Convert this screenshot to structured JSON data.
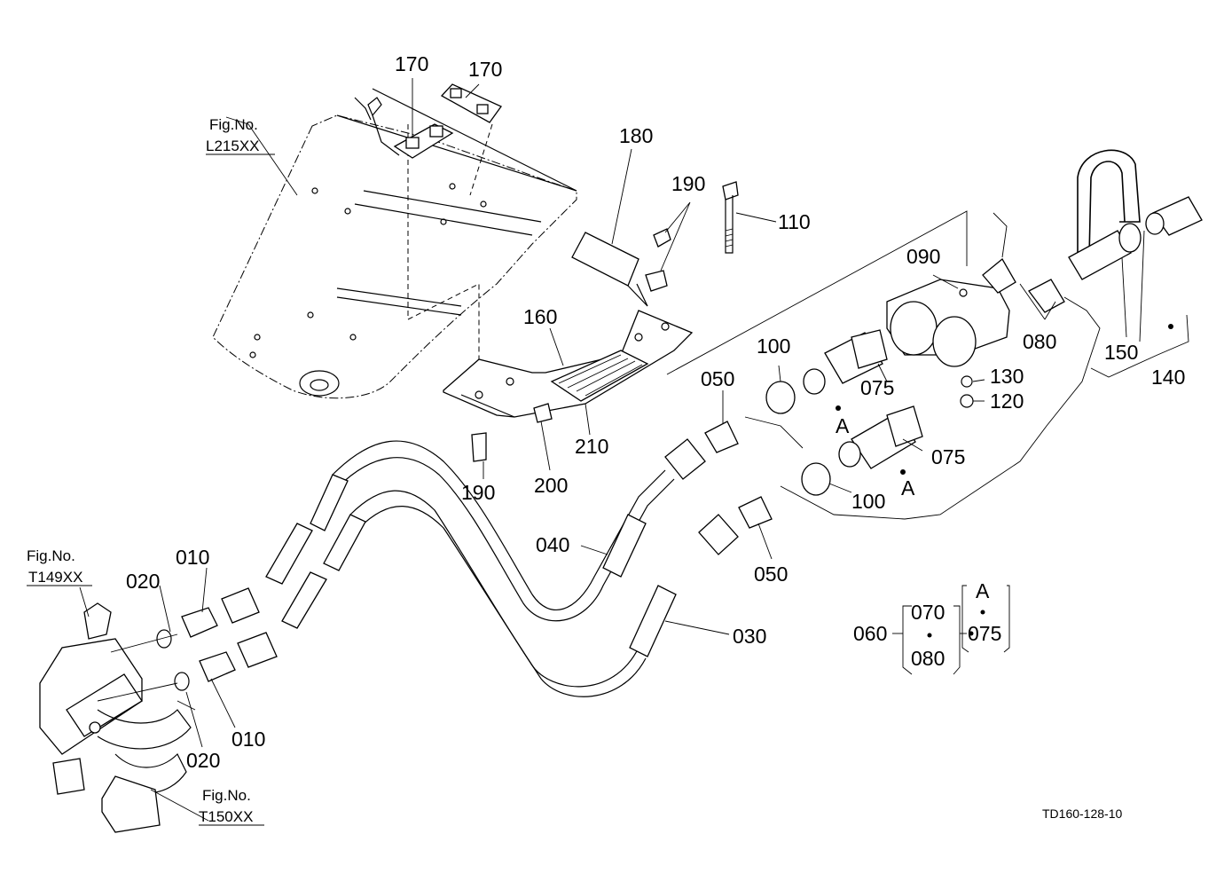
{
  "figure_refs": [
    {
      "line1": "Fig.No.",
      "line2": "L215XX"
    },
    {
      "line1": "Fig.No.",
      "line2": "T149XX"
    },
    {
      "line1": "Fig.No.",
      "line2": "T150XX"
    }
  ],
  "labels": {
    "p170a": "170",
    "p170b": "170",
    "p180": "180",
    "p190a": "190",
    "p190b": "190",
    "p110": "110",
    "p090": "090",
    "p080": "080",
    "p150": "150",
    "p140": "140",
    "p160": "160",
    "p100a": "100",
    "p050a": "050",
    "p075a": "075",
    "p130": "130",
    "p120": "120",
    "p210": "210",
    "p200": "200",
    "p075b": "075",
    "p100b": "100",
    "p040": "040",
    "p050b": "050",
    "p030": "030",
    "p010a": "010",
    "p020a": "020",
    "p010b": "010",
    "p020b": "020",
    "markA1": "A",
    "markA2": "A"
  },
  "kit": {
    "p060": "060",
    "p070": "070",
    "p080": "080",
    "markA": "A",
    "p075": "075"
  },
  "drawing_number": "TD160-128-10"
}
